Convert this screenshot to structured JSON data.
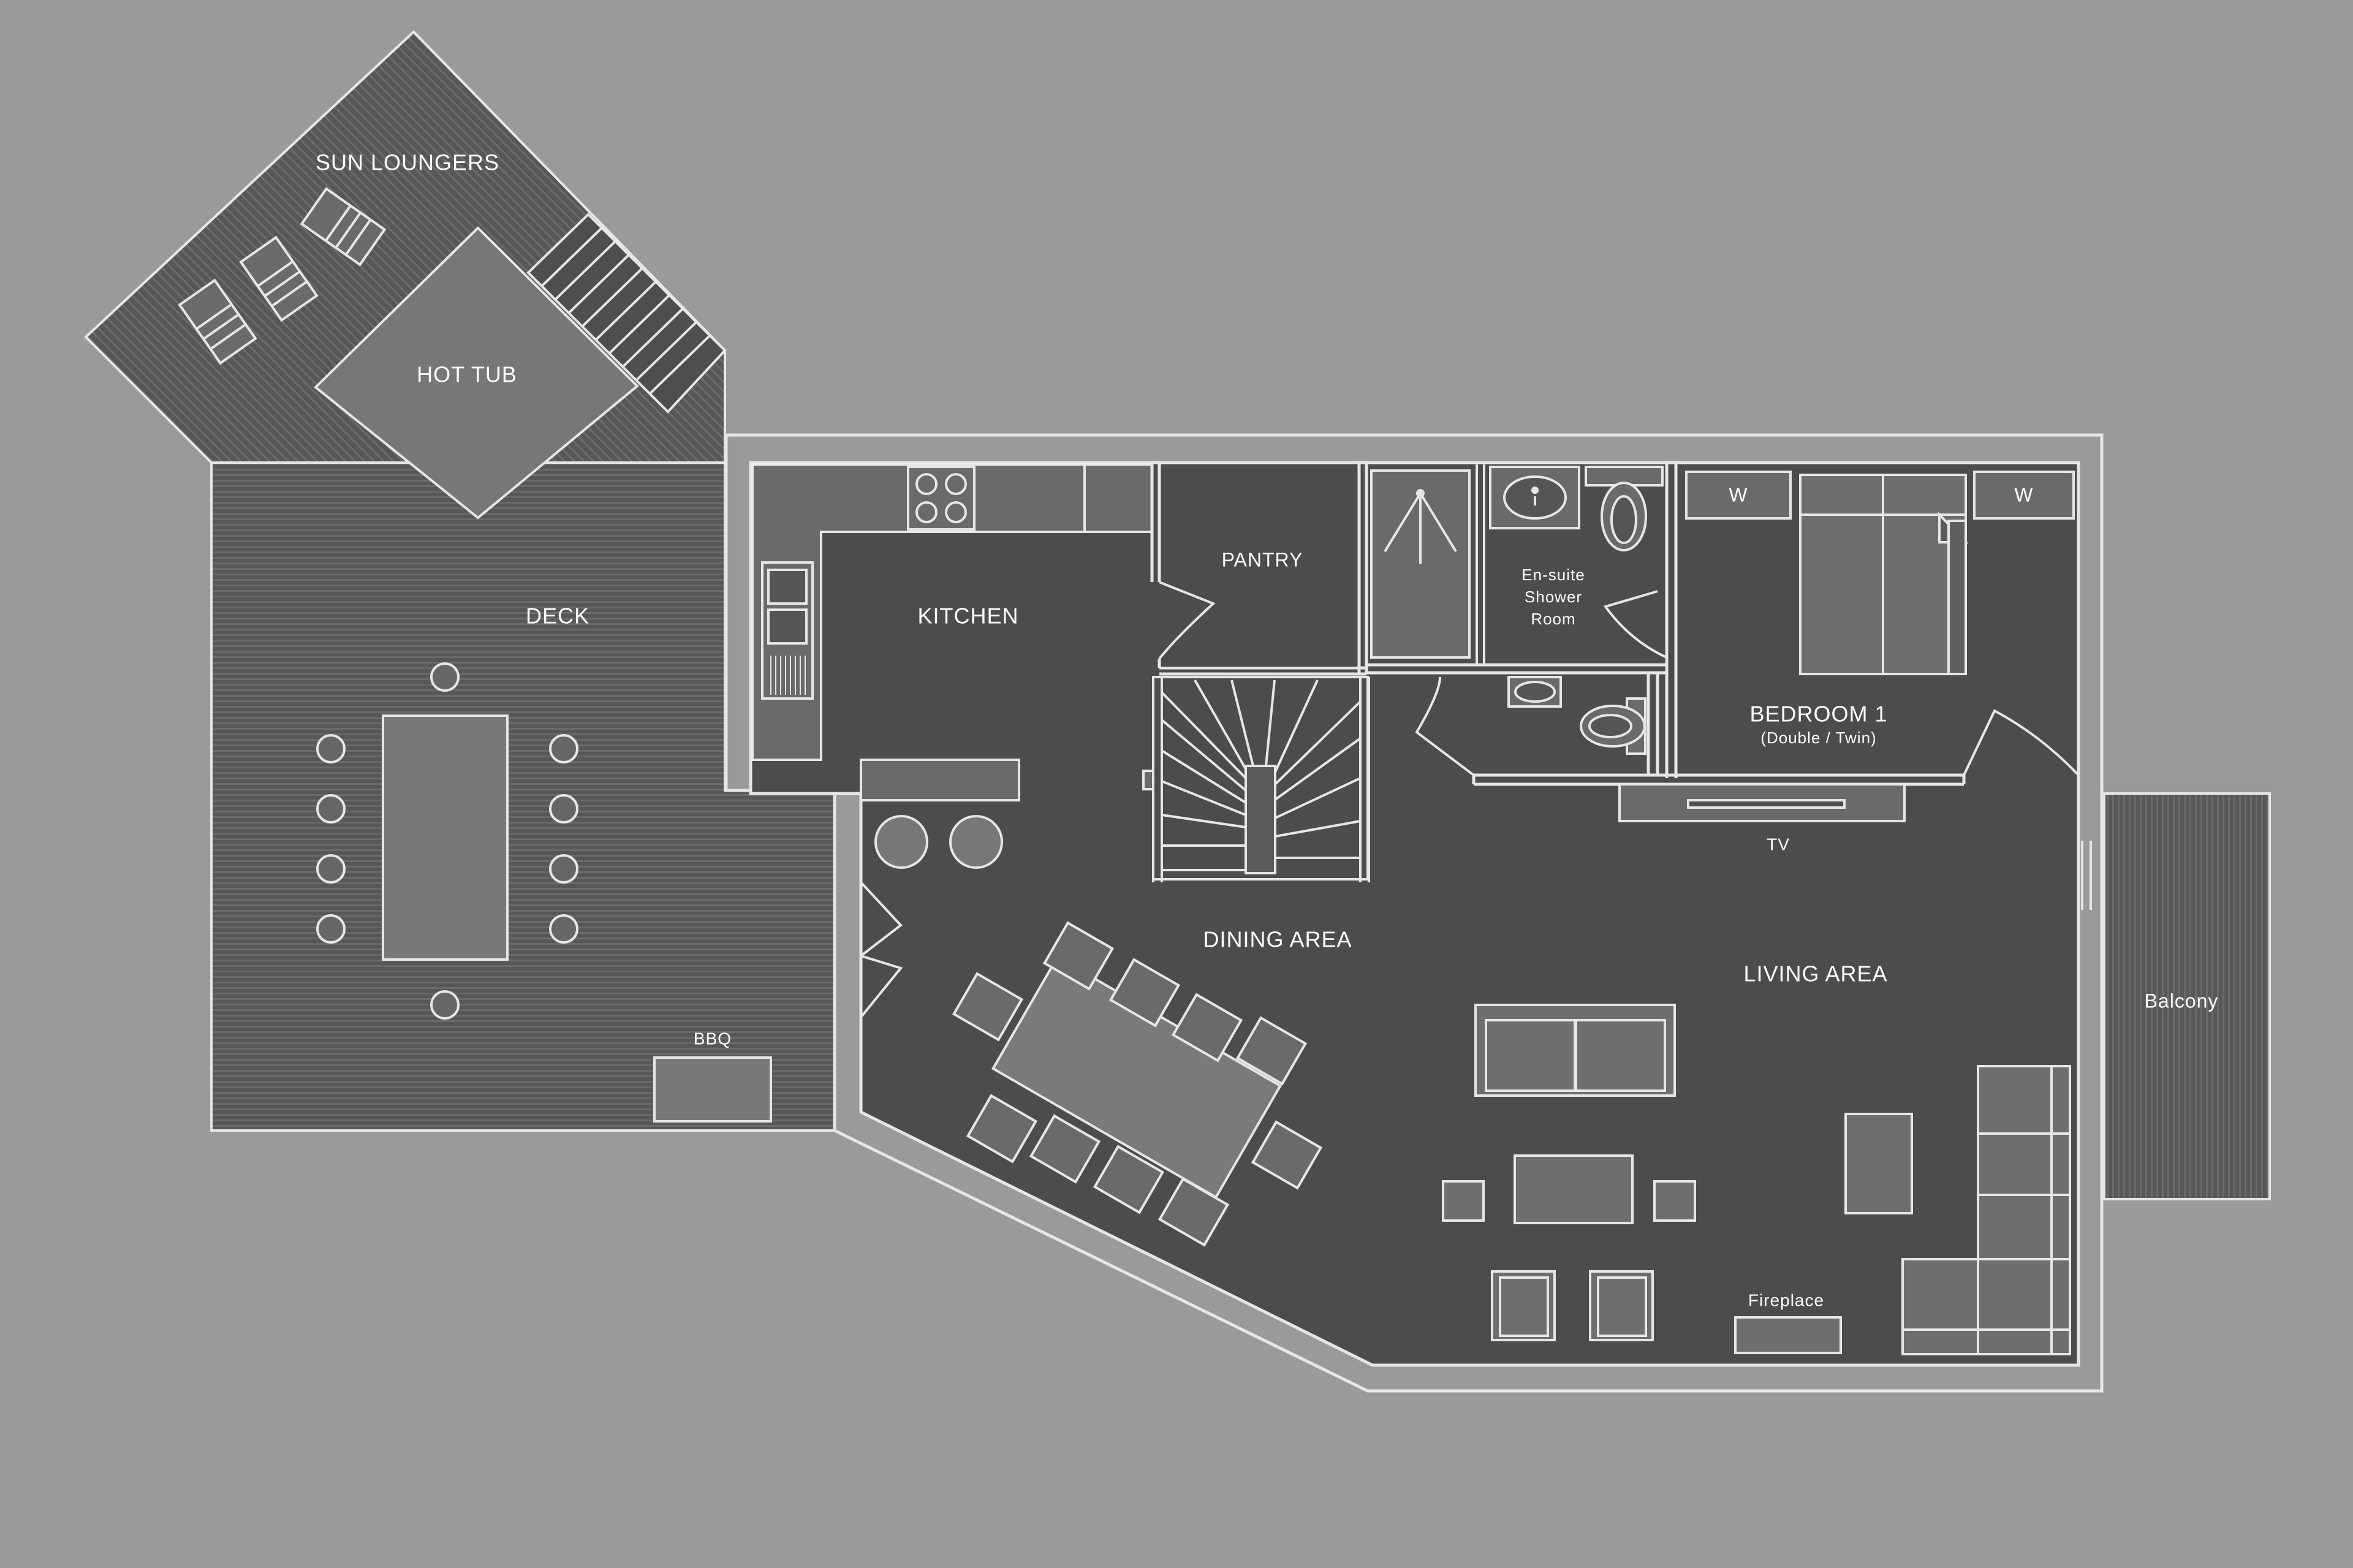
{
  "labels": {
    "sun_loungers": "SUN LOUNGERS",
    "hot_tub": "HOT TUB",
    "deck": "DECK",
    "bbq": "BBQ",
    "kitchen": "KITCHEN",
    "pantry": "PANTRY",
    "ensuite_line1": "En-suite",
    "ensuite_line2": "Shower",
    "ensuite_line3": "Room",
    "wardrobe_left": "W",
    "wardrobe_right": "W",
    "bedroom_title": "BEDROOM 1",
    "bedroom_subtitle": "(Double / Twin)",
    "tv": "TV",
    "dining_area": "DINING AREA",
    "living_area": "LIVING AREA",
    "balcony": "Balcony",
    "fireplace": "Fireplace"
  },
  "colors": {
    "background": "#9a9a9a",
    "interior": "#4a4c4d",
    "deck_surface": "#5a5a5a",
    "deck_stripe": "#6e6e6e",
    "wall_line": "#e6e6e6",
    "furniture_fill": "#787878",
    "counter_fill": "#6a6a6a",
    "text": "#ffffff"
  }
}
